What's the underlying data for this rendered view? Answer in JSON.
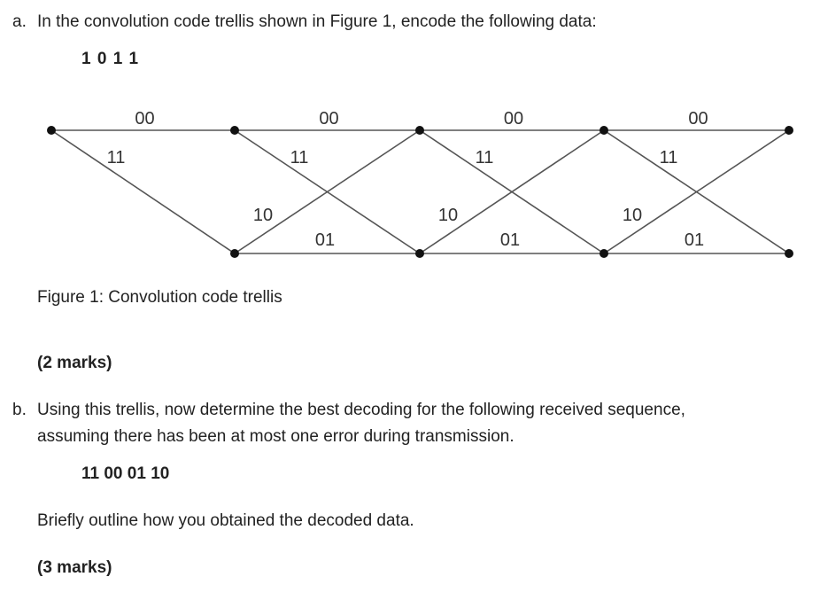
{
  "part_a": {
    "marker": "a.",
    "question": "In the convolution code trellis shown in Figure 1, encode the following data:",
    "data": "1 0 1 1",
    "marks": "(2 marks)"
  },
  "figure": {
    "caption": "Figure 1: Convolution code trellis",
    "stages": [
      {
        "top": "00",
        "down": "11",
        "up": null,
        "bottom": null
      },
      {
        "top": "00",
        "down": "11",
        "up": "10",
        "bottom": "01"
      },
      {
        "top": "00",
        "down": "11",
        "up": "10",
        "bottom": "01"
      },
      {
        "top": "00",
        "down": "11",
        "up": "10",
        "bottom": "01"
      }
    ]
  },
  "part_b": {
    "marker": "b.",
    "question_line1": "Using this trellis, now determine the best decoding for the following received sequence,",
    "question_line2": "assuming there has been at most one error during transmission.",
    "sequence": "11 00 01 10",
    "instruction": "Briefly outline how you obtained the decoded data.",
    "marks": "(3 marks)"
  }
}
